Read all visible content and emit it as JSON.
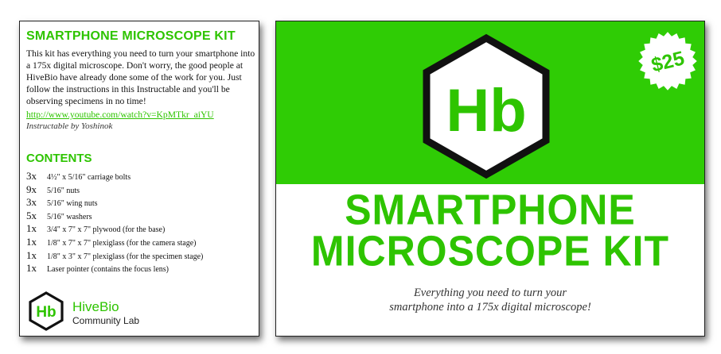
{
  "left_card": {
    "title": "SMARTPHONE MICROSCOPE KIT",
    "description": "This kit has everything you need to turn your smartphone into a 175x digital microscope. Don't worry, the good people at HiveBio have already done some of the work for you. Just follow the instructions in this Instructable and you'll be observing specimens in no time!",
    "link": "http://www.youtube.com/watch?v=KpMTkr_aiYU",
    "credit": "Instructable by Yoshinok",
    "contents_heading": "CONTENTS",
    "contents": [
      {
        "qty": "3x",
        "item": "4½\" x 5/16\" carriage bolts"
      },
      {
        "qty": "9x",
        "item": "5/16\" nuts"
      },
      {
        "qty": "3x",
        "item": "5/16\" wing nuts"
      },
      {
        "qty": "5x",
        "item": "5/16\" washers"
      },
      {
        "qty": "1x",
        "item": "3/4\" x 7\" x 7\" plywood (for the base)"
      },
      {
        "qty": "1x",
        "item": "1/8\" x 7\" x 7\" plexiglass (for the camera stage)"
      },
      {
        "qty": "1x",
        "item": "1/8\" x 3\" x 7\" plexiglass (for the specimen stage)"
      },
      {
        "qty": "1x",
        "item": "Laser pointer (contains the focus lens)"
      }
    ],
    "brand": {
      "logo_text": "Hb",
      "name": "HiveBio",
      "subtitle": "Community Lab"
    }
  },
  "right_card": {
    "logo_text": "Hb",
    "price": "$25",
    "headline_line1": "SMARTPHONE",
    "headline_line2": "MICROSCOPE KIT",
    "tagline_line1": "Everything you need to turn your",
    "tagline_line2": "smartphone into a 175x digital microscope!"
  },
  "colors": {
    "brand_green": "#2fcc05",
    "text_dark": "#111111"
  }
}
